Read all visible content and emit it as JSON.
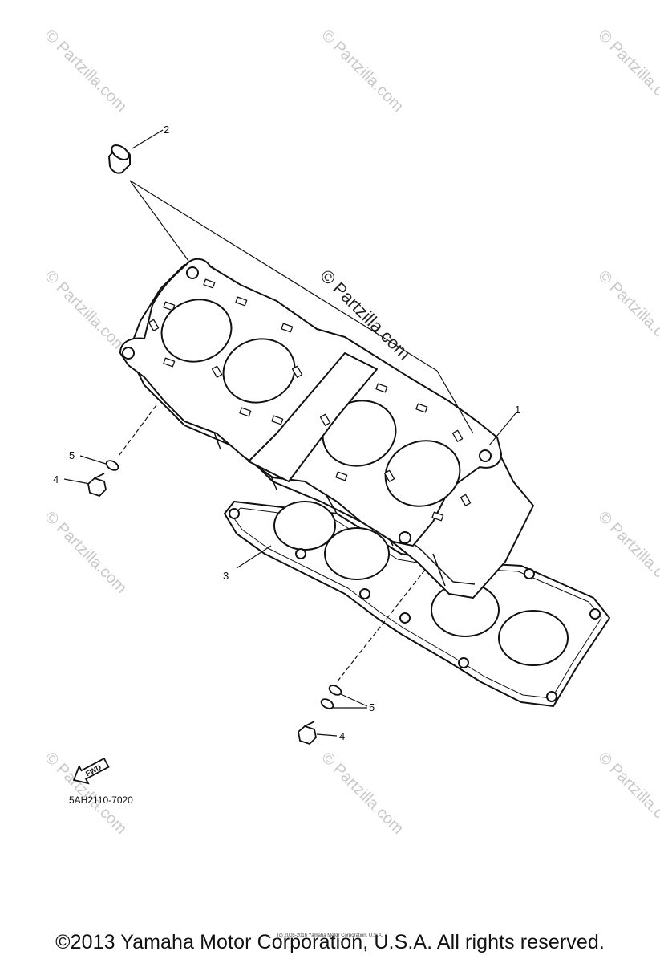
{
  "diagram": {
    "callouts": [
      "1",
      "2",
      "3",
      "4",
      "5",
      "4",
      "5"
    ],
    "direction_label": "FWD",
    "part_number": "5AH2110-7020"
  },
  "watermark": {
    "text": "© Partzilla.com"
  },
  "footer": {
    "copyright": "©2013 Yamaha Motor Corporation, U.S.A. All rights reserved.",
    "fineprint": "(c) 2005-2016 Yamaha Motor Corporation, U.S.A."
  }
}
